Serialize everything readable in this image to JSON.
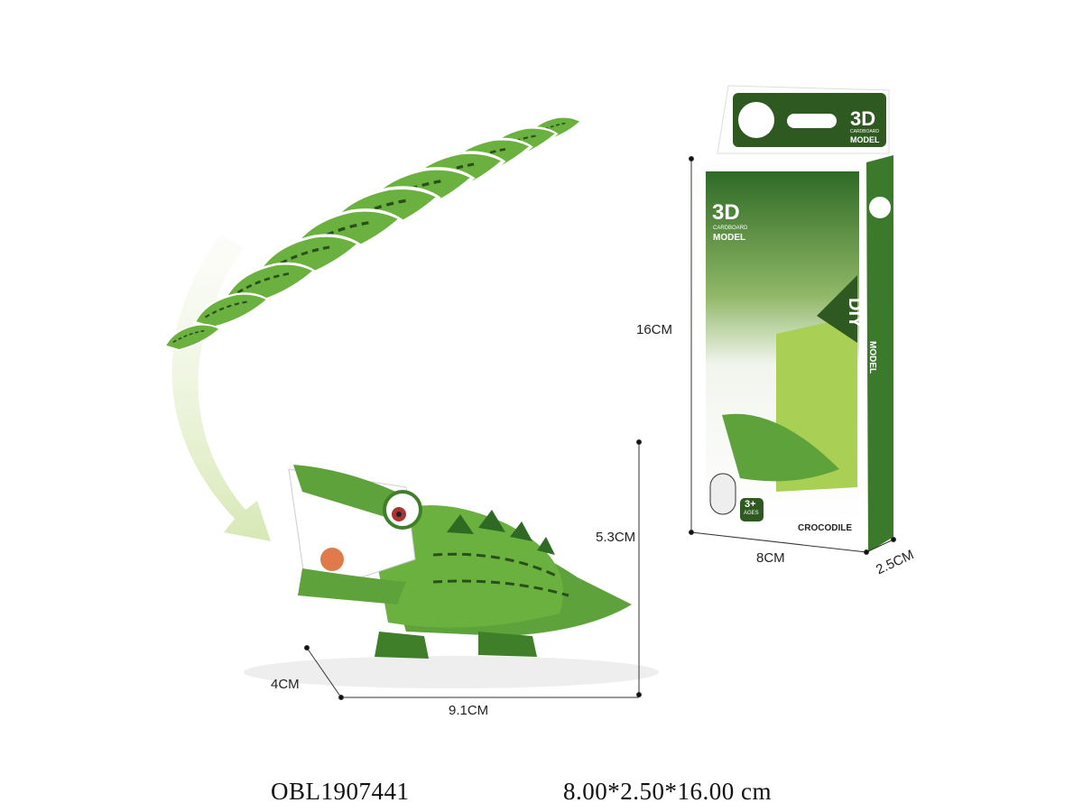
{
  "product": {
    "model_number": "OBL1907441",
    "package_size": "8.00*2.50*16.00 cm"
  },
  "dimensions": {
    "toy_height": "5.3CM",
    "toy_depth": "4CM",
    "toy_length": "9.1CM",
    "box_height": "16CM",
    "box_width": "8CM",
    "box_depth": "2.5CM"
  },
  "package": {
    "header_title": "3D",
    "header_subtitle_1": "CARDBOARD",
    "header_subtitle_2": "MODEL",
    "front_title": "3D",
    "front_subtitle_1": "CARDBOARD",
    "front_subtitle_2": "MODEL",
    "side_title": "DIY",
    "side_subtitle": "MODEL",
    "age_badge": "3+",
    "age_label": "AGES",
    "animal_name": "CROCODILE"
  },
  "colors": {
    "dark_green": "#2f5e22",
    "mid_green": "#5a9e35",
    "light_green": "#a9cf55",
    "pale_green": "#dbe8bf"
  }
}
